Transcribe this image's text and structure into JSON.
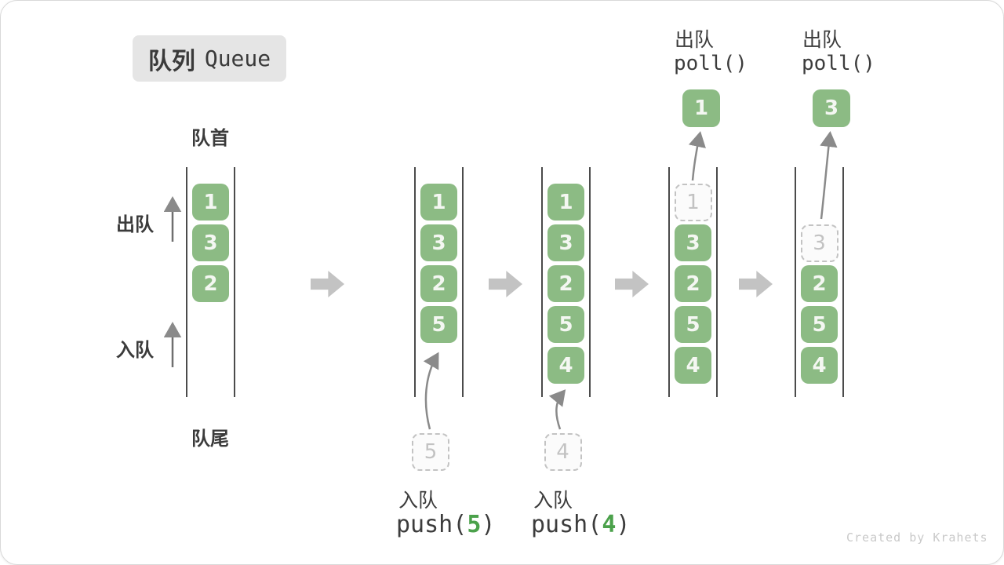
{
  "title": {
    "badge_cn": "队列",
    "badge_en": "Queue"
  },
  "labels": {
    "front": "队首",
    "rear": "队尾",
    "side_dequeue": "出队",
    "side_enqueue": "入队"
  },
  "watermark": "Created by Krahets",
  "colors": {
    "box_green": "#8cbb84",
    "code_green": "#4ba14b",
    "block_arrow_gray": "#c3c3c3",
    "wall_dark": "#4b4b4b",
    "dashed_gray": "#c3c3c3",
    "text_dark": "#3a3a3a"
  },
  "columns": [
    {
      "name": "state-initial",
      "cells": [
        {
          "slot": 0,
          "value": "1",
          "style": "solid"
        },
        {
          "slot": 1,
          "value": "3",
          "style": "solid"
        },
        {
          "slot": 2,
          "value": "2",
          "style": "solid"
        }
      ]
    },
    {
      "name": "state-after-push-5",
      "cells": [
        {
          "slot": 0,
          "value": "1",
          "style": "solid"
        },
        {
          "slot": 1,
          "value": "3",
          "style": "solid"
        },
        {
          "slot": 2,
          "value": "2",
          "style": "solid"
        },
        {
          "slot": 3,
          "value": "5",
          "style": "solid"
        }
      ],
      "incoming": {
        "value": "5"
      },
      "op": {
        "cn": "入队",
        "code_pre": "push(",
        "code_arg": "5",
        "code_post": ")"
      }
    },
    {
      "name": "state-after-push-4",
      "cells": [
        {
          "slot": 0,
          "value": "1",
          "style": "solid"
        },
        {
          "slot": 1,
          "value": "3",
          "style": "solid"
        },
        {
          "slot": 2,
          "value": "2",
          "style": "solid"
        },
        {
          "slot": 3,
          "value": "5",
          "style": "solid"
        },
        {
          "slot": 4,
          "value": "4",
          "style": "solid"
        }
      ],
      "incoming": {
        "value": "4"
      },
      "op": {
        "cn": "入队",
        "code_pre": "push(",
        "code_arg": "4",
        "code_post": ")"
      }
    },
    {
      "name": "state-after-poll-1",
      "cells": [
        {
          "slot": 0,
          "value": "1",
          "style": "dashed"
        },
        {
          "slot": 1,
          "value": "3",
          "style": "solid"
        },
        {
          "slot": 2,
          "value": "2",
          "style": "solid"
        },
        {
          "slot": 3,
          "value": "5",
          "style": "solid"
        },
        {
          "slot": 4,
          "value": "4",
          "style": "solid"
        }
      ],
      "outgoing": {
        "value": "1"
      },
      "op": {
        "cn": "出队",
        "code": "poll()"
      }
    },
    {
      "name": "state-after-poll-3",
      "cells": [
        {
          "slot": 1,
          "value": "3",
          "style": "dashed"
        },
        {
          "slot": 2,
          "value": "2",
          "style": "solid"
        },
        {
          "slot": 3,
          "value": "5",
          "style": "solid"
        },
        {
          "slot": 4,
          "value": "4",
          "style": "solid"
        }
      ],
      "outgoing": {
        "value": "3"
      },
      "op": {
        "cn": "出队",
        "code": "poll()"
      }
    }
  ]
}
